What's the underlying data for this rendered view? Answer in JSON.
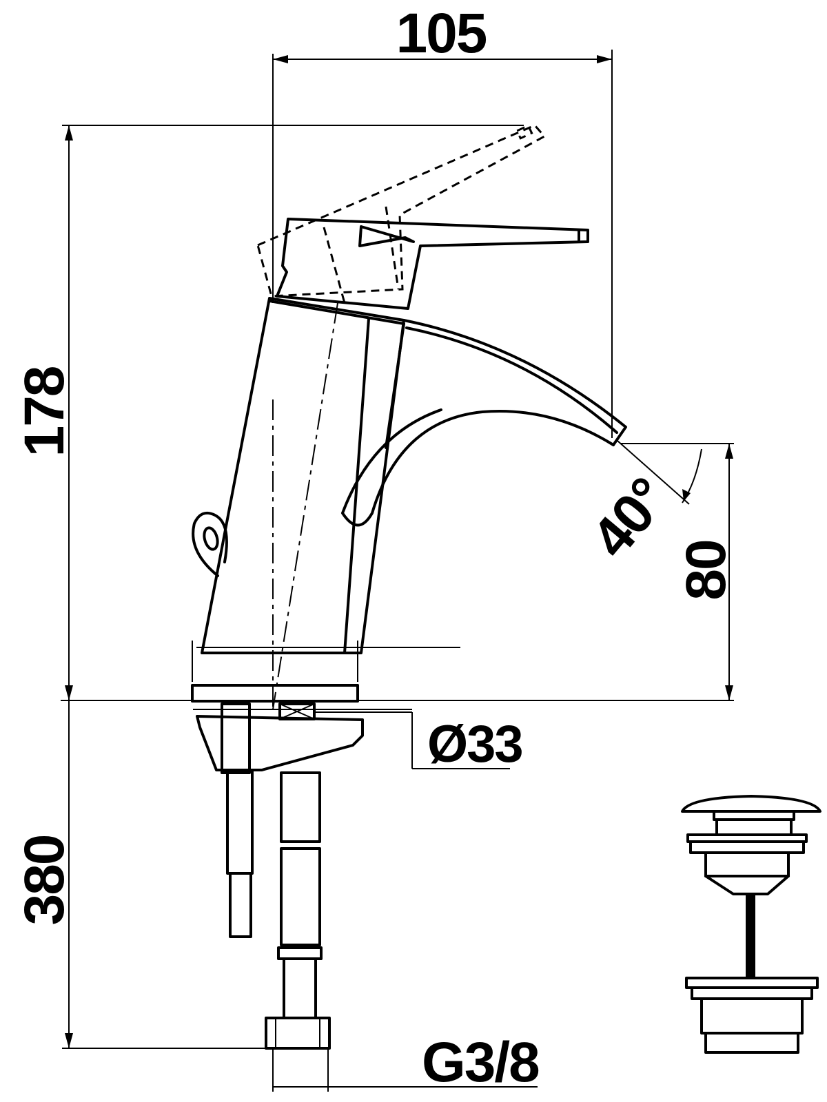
{
  "dimensions": {
    "width_top": "105",
    "height_total": "178",
    "spout_height": "80",
    "spout_angle": "40°",
    "hose_length": "380",
    "base_diameter": "Ø33",
    "connection_thread": "G3/8"
  },
  "icons": [
    "faucet-side-view",
    "flexible-hose",
    "click-clack-drain-valve"
  ]
}
